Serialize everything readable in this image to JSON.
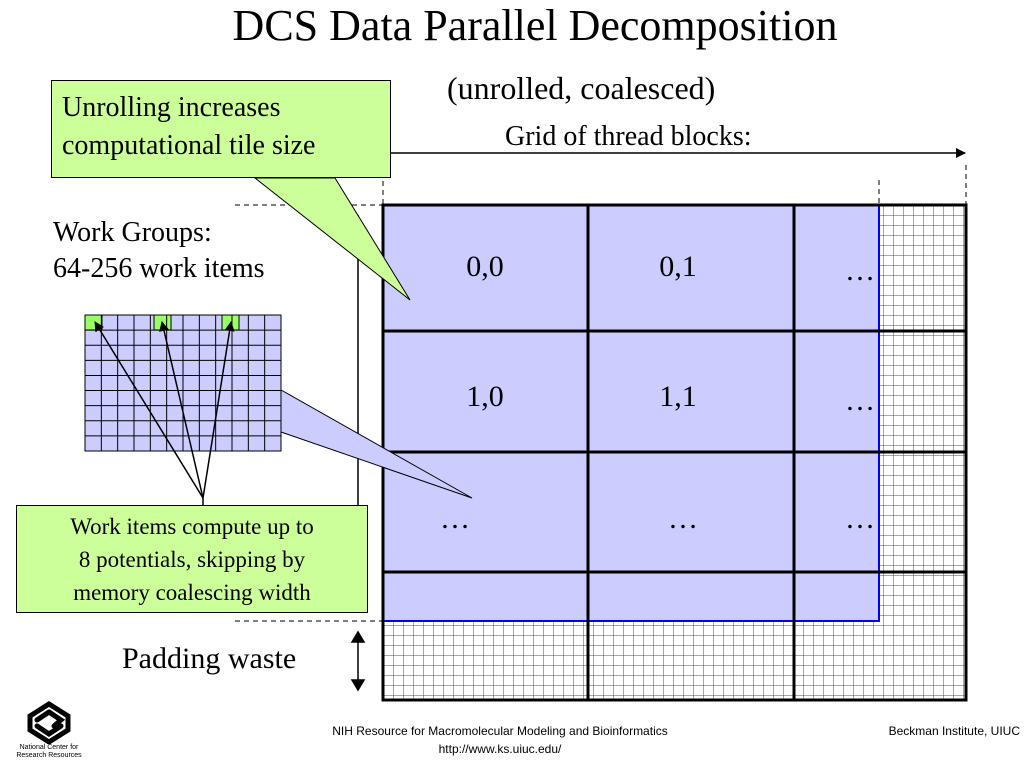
{
  "slide": {
    "title": "DCS Data Parallel Decomposition",
    "subtitle": "(unrolled, coalesced)",
    "grid_label": "Grid of thread blocks:",
    "work_groups_label": "Work Groups:\n64-256 work items",
    "padding_label": "Padding waste",
    "callout_unrolling": "Unrolling increases\ncomputational tile size",
    "callout_work_items": "Work items compute up to\n8 potentials, skipping by\nmemory coalescing width",
    "block_labels": {
      "r0c0": "0,0",
      "r0c1": "0,1",
      "r0c2": "…",
      "r1c0": "1,0",
      "r1c1": "1,1",
      "r1c2": "…",
      "r2c0": "…",
      "r2c1": "…",
      "r2c2": "…"
    },
    "footer_center": "NIH Resource for Macromolecular Modeling and Bioinformatics\nhttp://www.ks.uiuc.edu/",
    "footer_right": "Beckman Institute, UIUC",
    "logo_text": "National Center for\nResearch Resources"
  },
  "colors": {
    "callout_fill": "#ccff99",
    "block_fill": "#ccccff",
    "padding_grid": "#ff0000",
    "block_outline": "#0000ff",
    "highlight_cell": "#99ff66"
  },
  "icons": {
    "logo": "ncrr-logo-icon"
  }
}
